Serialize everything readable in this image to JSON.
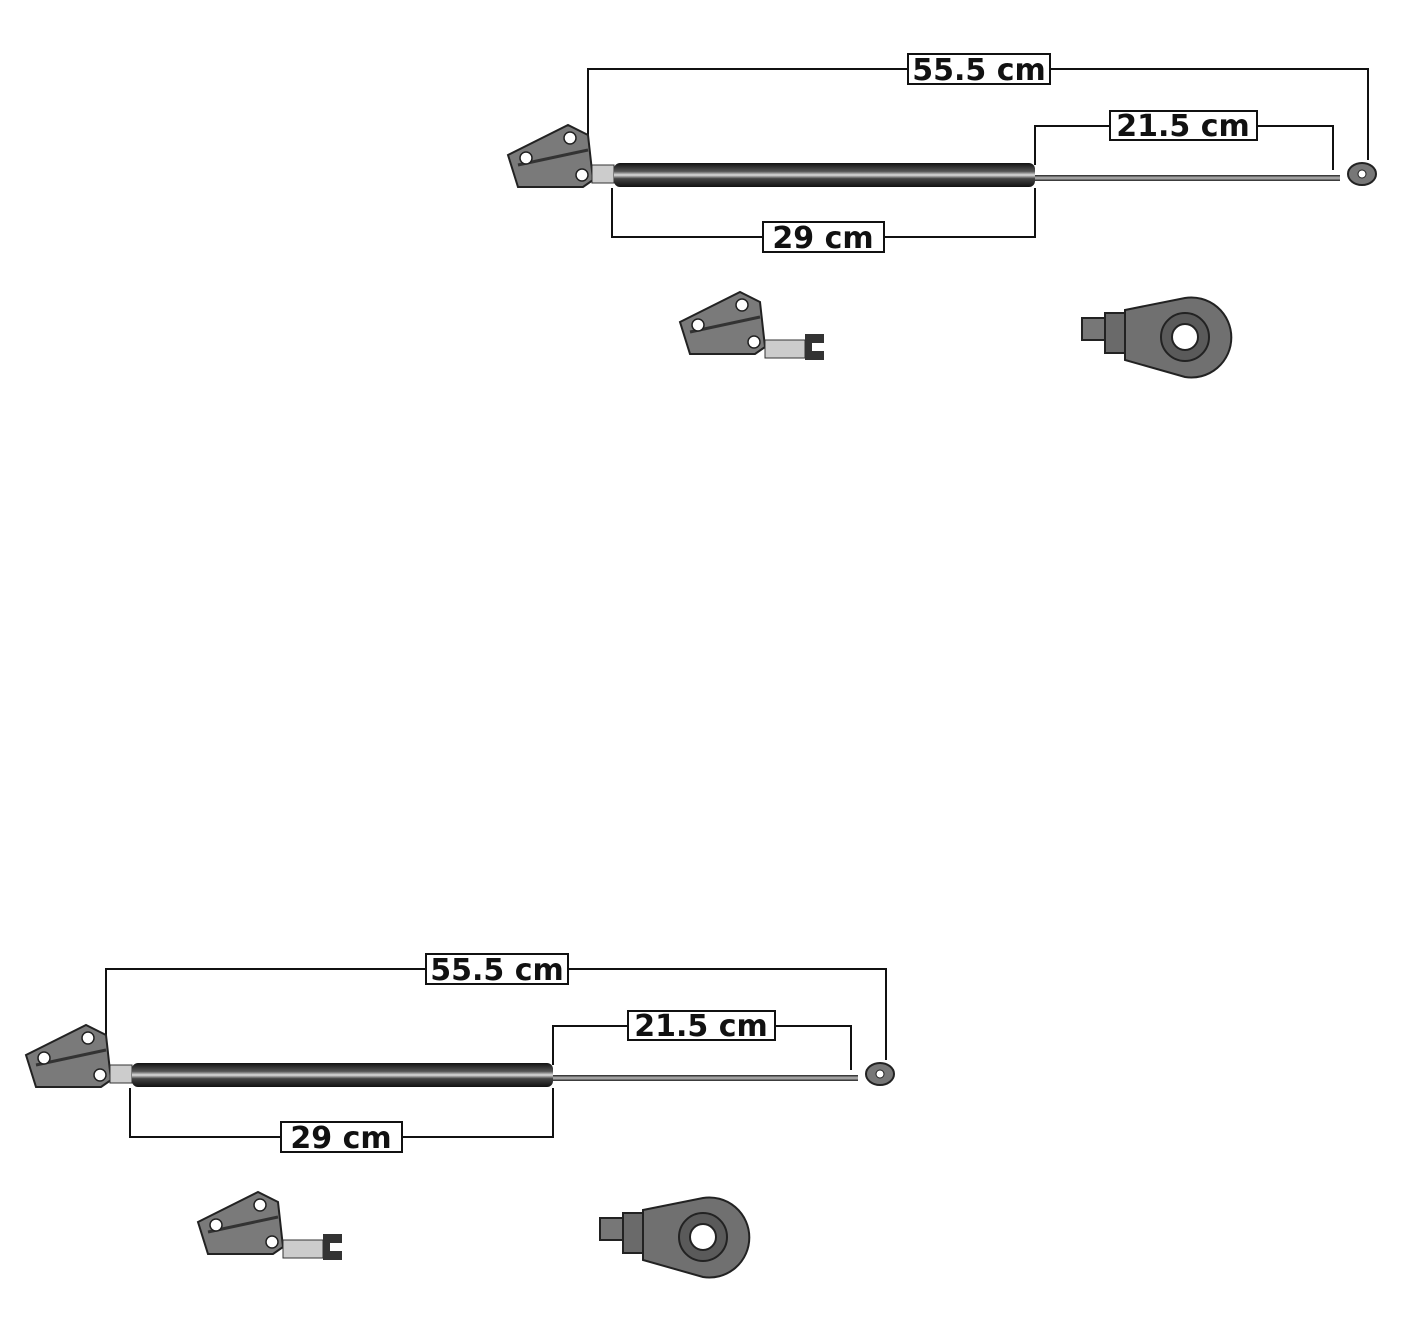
{
  "diagrams": [
    {
      "overall_length": "55.5 cm",
      "stroke_length": "21.5 cm",
      "body_length": "29 cm"
    },
    {
      "overall_length": "55.5 cm",
      "stroke_length": "21.5 cm",
      "body_length": "29 cm"
    }
  ]
}
